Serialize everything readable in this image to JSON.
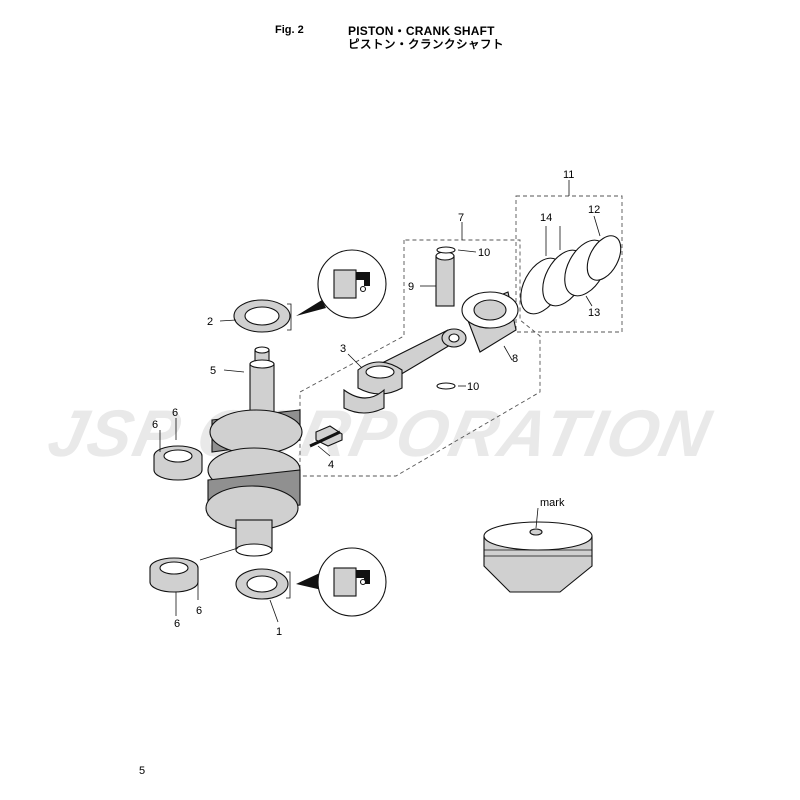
{
  "header": {
    "fig_label": "Fig. 2",
    "title_en": "PISTON・CRANK SHAFT",
    "title_jp": "ピストン・クランクシャフト"
  },
  "watermark": "JSP CORPORATION",
  "callouts": {
    "c1": "1",
    "c2": "2",
    "c3": "3",
    "c4": "4",
    "c5": "5",
    "c6a": "6",
    "c6b": "6",
    "c6c": "6",
    "c6d": "6",
    "c7": "7",
    "c8": "8",
    "c9": "9",
    "c10a": "10",
    "c10b": "10",
    "c11": "11",
    "c12": "12",
    "c13": "13",
    "c14": "14",
    "mark": "mark"
  },
  "footer": {
    "page_number": "5"
  }
}
